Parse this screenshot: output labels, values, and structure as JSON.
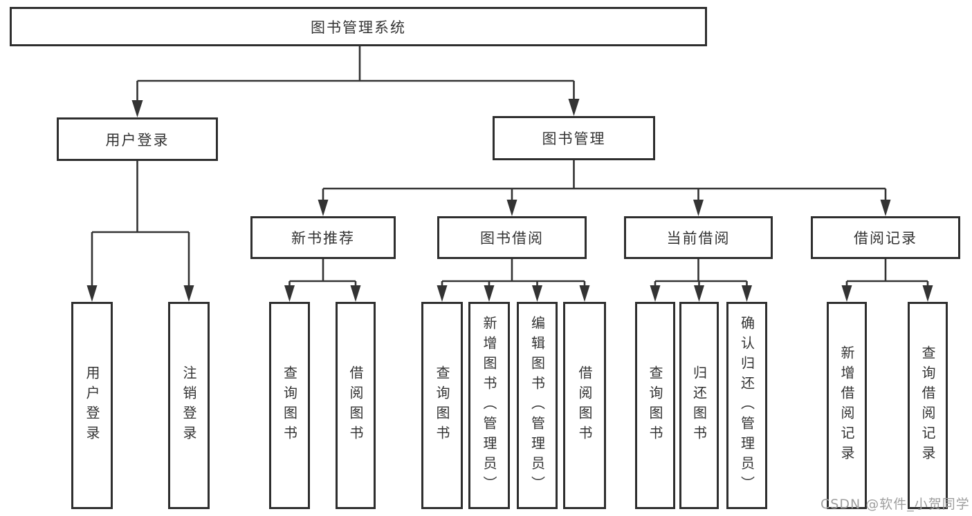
{
  "colors": {
    "background": "#ffffff",
    "line": "#333333",
    "box_border": "#2e2e2e",
    "text": "#333333",
    "watermark_text": "#9e9e9e"
  },
  "nodes": {
    "root": "图书管理系统",
    "user_login": "用户登录",
    "book_mgmt": "图书管理",
    "new_book": "新书推荐",
    "book_borrow": "图书借阅",
    "current_borrow": "当前借阅",
    "borrow_record": "借阅记录",
    "leaf_user_login": "用户登录",
    "leaf_logout": "注销登录",
    "leaf_nb_query": "查询图书",
    "leaf_nb_borrow": "借阅图书",
    "leaf_bb_query": "查询图书",
    "leaf_bb_add": "新增图书（管理员）",
    "leaf_bb_edit": "编辑图书（管理员）",
    "leaf_bb_borrow": "借阅图书",
    "leaf_cb_query": "查询图书",
    "leaf_cb_return": "归还图书",
    "leaf_cb_confirm": "确认归还（管理员）",
    "leaf_br_add": "新增借阅记录",
    "leaf_br_query": "查询借阅记录"
  },
  "diagram": {
    "type": "tree",
    "root": {
      "label": "图书管理系统",
      "children": [
        {
          "label": "用户登录",
          "children": [
            {
              "label": "用户登录"
            },
            {
              "label": "注销登录"
            }
          ]
        },
        {
          "label": "图书管理",
          "children": [
            {
              "label": "新书推荐",
              "children": [
                {
                  "label": "查询图书"
                },
                {
                  "label": "借阅图书"
                }
              ]
            },
            {
              "label": "图书借阅",
              "children": [
                {
                  "label": "查询图书"
                },
                {
                  "label": "新增图书（管理员）"
                },
                {
                  "label": "编辑图书（管理员）"
                },
                {
                  "label": "借阅图书"
                }
              ]
            },
            {
              "label": "当前借阅",
              "children": [
                {
                  "label": "查询图书"
                },
                {
                  "label": "归还图书"
                },
                {
                  "label": "确认归还（管理员）"
                }
              ]
            },
            {
              "label": "借阅记录",
              "children": [
                {
                  "label": "新增借阅记录"
                },
                {
                  "label": "查询借阅记录"
                }
              ]
            }
          ]
        }
      ]
    }
  },
  "watermark": {
    "text": "CSDN @软件_小贺同学"
  }
}
